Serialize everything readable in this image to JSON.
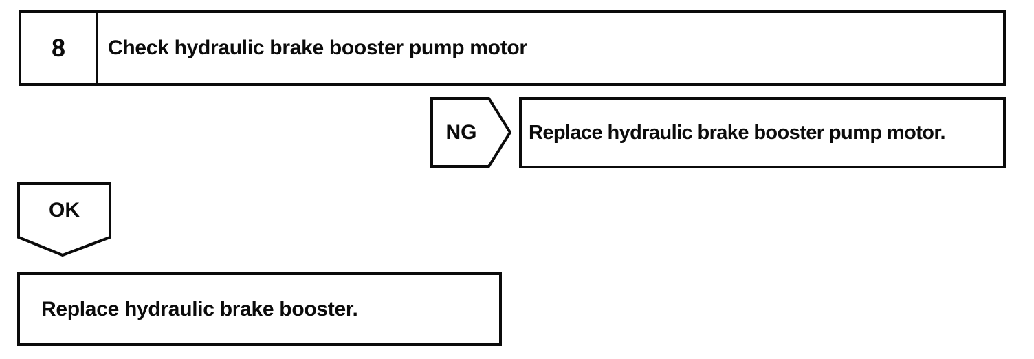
{
  "flowchart": {
    "step": {
      "number": "8",
      "title": "Check hydraulic brake booster pump motor"
    },
    "ng_branch": {
      "label": "NG",
      "action": "Replace hydraulic brake booster pump motor."
    },
    "ok_branch": {
      "label": "OK",
      "action": "Replace hydraulic brake booster."
    },
    "colors": {
      "line": "#0b0b0b",
      "background": "#ffffff"
    }
  }
}
